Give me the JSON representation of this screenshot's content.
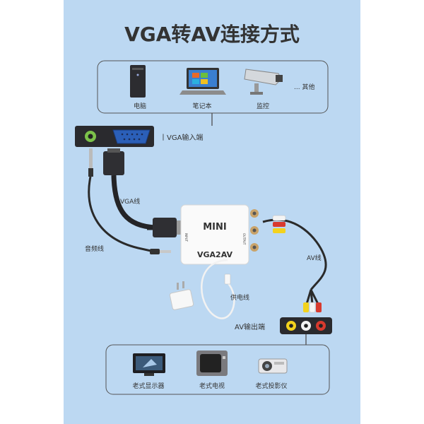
{
  "title": "VGA转AV连接方式",
  "sources": {
    "items": [
      {
        "label": "电脑",
        "icon": "desktop-pc-icon"
      },
      {
        "label": "笔记本",
        "icon": "laptop-icon"
      },
      {
        "label": "监控",
        "icon": "cctv-camera-icon"
      }
    ],
    "others": "... 其他"
  },
  "vga_input": {
    "label": "丨VGA输入端"
  },
  "cables": {
    "vga": "VGA线",
    "audio": "音频线",
    "av": "AV线",
    "power": "供电线"
  },
  "converter": {
    "brand": "MINI",
    "model": "VGA2AV",
    "input_text": "INPUT",
    "output_text": "OUTPUT"
  },
  "av_output": {
    "label": "AV输出端"
  },
  "targets": {
    "items": [
      {
        "label": "老式显示器",
        "icon": "crt-monitor-icon"
      },
      {
        "label": "老式电视",
        "icon": "crt-tv-icon"
      },
      {
        "label": "老式投影仪",
        "icon": "projector-icon"
      }
    ]
  },
  "colors": {
    "background": "#bcd8f2",
    "vga_blue": "#2b5fb8",
    "rca_yellow": "#f3d21d",
    "rca_white": "#f4f4f4",
    "rca_red": "#d83a2e"
  }
}
